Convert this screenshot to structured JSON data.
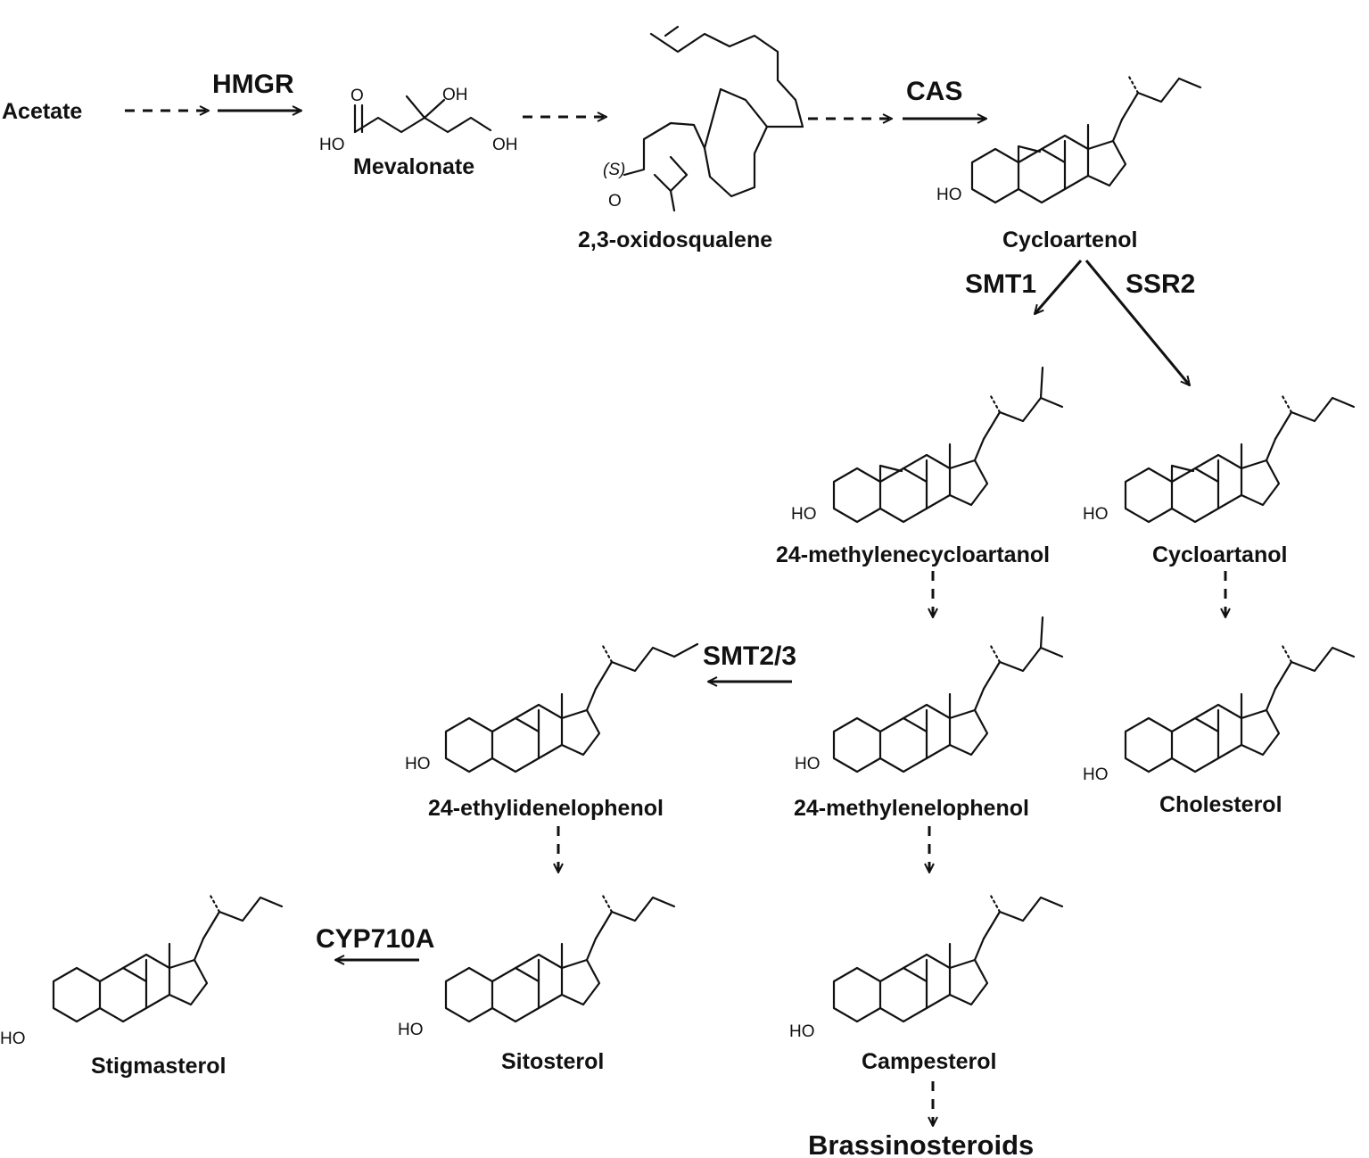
{
  "compounds": {
    "acetate": "Acetate",
    "mevalonate": "Mevalonate",
    "oxidosqualene": "2,3-oxidosqualene",
    "cycloartenol": "Cycloartenol",
    "methylenecycloartanol": "24-methylenecycloartanol",
    "cycloartanol": "Cycloartanol",
    "ethylidenelophenol": "24-ethylidenelophenol",
    "methylenelophenol": "24-methylenelophenol",
    "cholesterol": "Cholesterol",
    "stigmasterol": "Stigmasterol",
    "sitosterol": "Sitosterol",
    "campesterol": "Campesterol",
    "brassinosteroids": "Brassinosteroids"
  },
  "enzymes": {
    "hmgr": "HMGR",
    "cas": "CAS",
    "smt1": "SMT1",
    "ssr2": "SSR2",
    "smt23": "SMT2/3",
    "cyp710a": "CYP710A"
  },
  "atoms": {
    "hydroxyl_left": "HO",
    "hydroxyl_right": "OH",
    "carbonyl_o": "O",
    "epoxide_o": "O",
    "stereo_s": "(S)"
  },
  "colors": {
    "text": "#111111",
    "highlight_enzyme": "#e8262a"
  }
}
